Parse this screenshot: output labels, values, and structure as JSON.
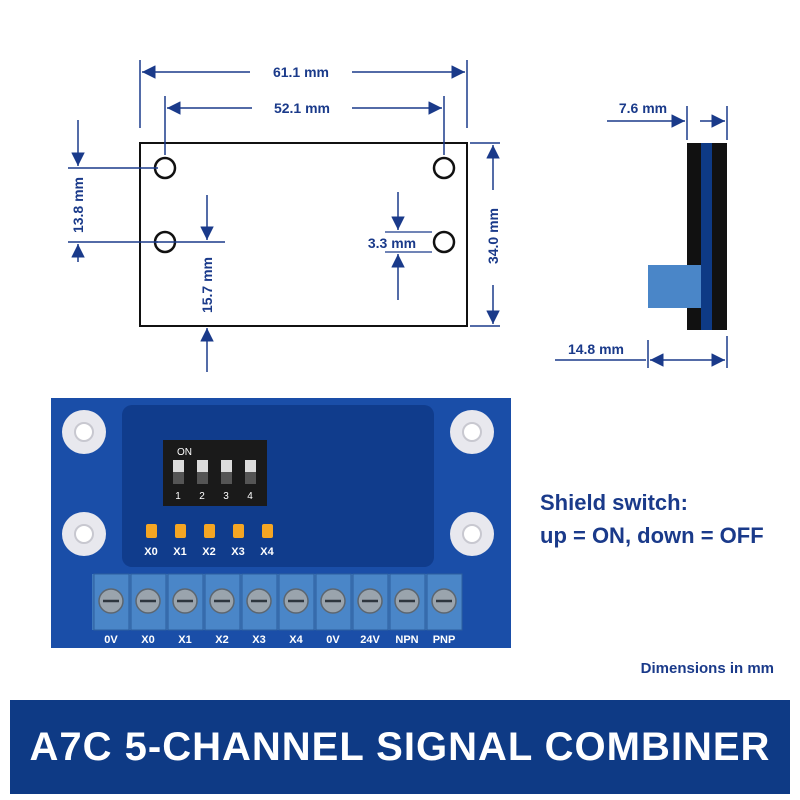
{
  "dimensions": {
    "overall_width": "61.1 mm",
    "hole_spacing_x": "52.1 mm",
    "upper_hole_offset": "13.8 mm",
    "lower_hole_offset": "15.7 mm",
    "hole_diameter": "3.3 mm",
    "height": "34.0 mm",
    "side_thickness": "7.6 mm",
    "side_depth": "14.8 mm"
  },
  "dip_switch": {
    "on_label": "ON",
    "positions": [
      "1",
      "2",
      "3",
      "4"
    ]
  },
  "leds": [
    "X0",
    "X1",
    "X2",
    "X3",
    "X4"
  ],
  "terminals": [
    "0V",
    "X0",
    "X1",
    "X2",
    "X3",
    "X4",
    "0V",
    "24V",
    "NPN",
    "PNP"
  ],
  "shield_note": {
    "line1": "Shield switch:",
    "line2": "up = ON, down = OFF"
  },
  "units_note": "Dimensions in mm",
  "title": "A7C 5-CHANNEL SIGNAL COMBINER",
  "colors": {
    "dimension_blue": "#1a3a8a",
    "pcb_blue": "#1a4ea8",
    "terminal_blue": "#4a86c8",
    "led_amber": "#f5a623",
    "title_bar": "#0e3a85"
  }
}
